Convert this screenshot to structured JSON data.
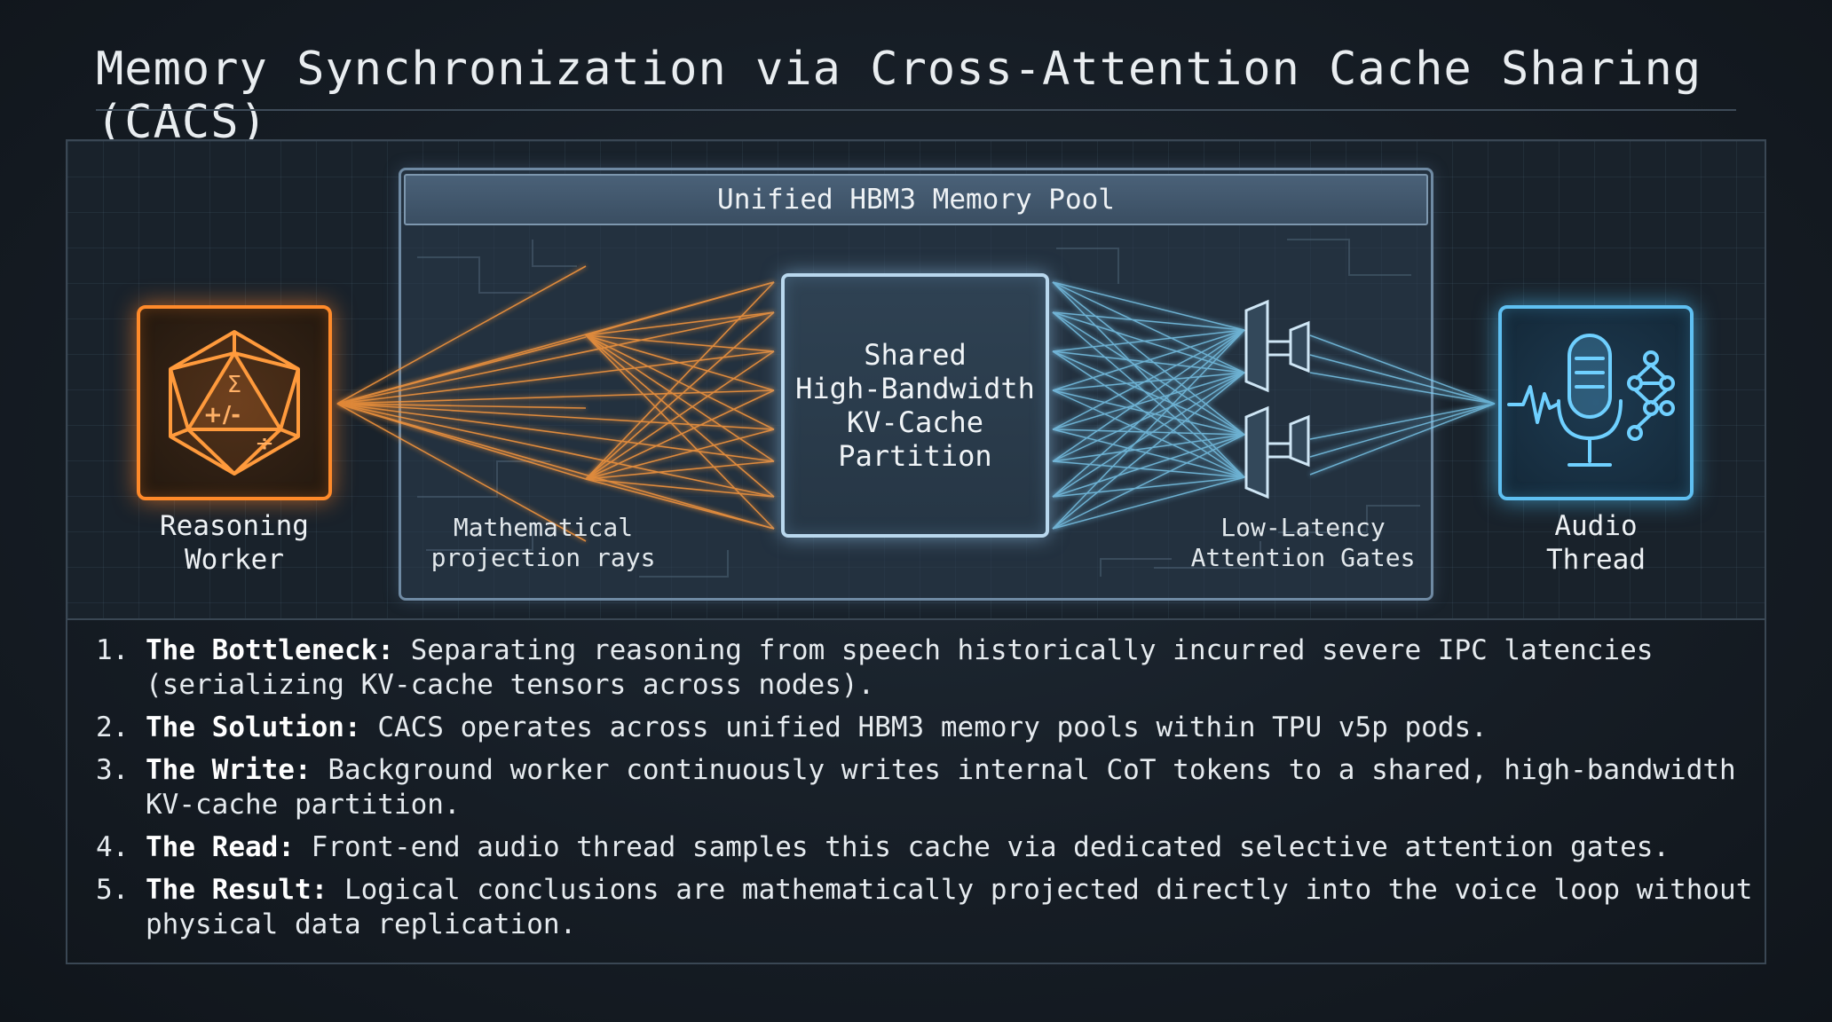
{
  "title": "Memory Synchronization via Cross-Attention Cache Sharing (CACS)",
  "diagram": {
    "pool_title": "Unified HBM3 Memory Pool",
    "cache_lines": [
      "Shared",
      "High-Bandwidth",
      "KV-Cache",
      "Partition"
    ],
    "reasoning_lines": [
      "Reasoning",
      "Worker"
    ],
    "audio_lines": [
      "Audio",
      "Thread"
    ],
    "rays_lines": [
      "Mathematical",
      "projection rays"
    ],
    "gates_lines": [
      "Low-Latency",
      "Attention Gates"
    ],
    "polyhedron_symbols": [
      "Σ",
      "+/-",
      "÷"
    ],
    "colors": {
      "reasoning_accent": "#ff8a2a",
      "audio_accent": "#5fc0f2",
      "cache_border": "#b9d8ee",
      "pool_border": "#6f8aa3"
    },
    "icons": {
      "reasoning": "icosahedron-math-icon",
      "audio": "microphone-waveform-network-icon",
      "gates": "attention-gate-icon"
    }
  },
  "steps": [
    {
      "num": "1.",
      "label": "The Bottleneck:",
      "text": "Separating reasoning from speech historically incurred severe IPC latencies (serializing KV-cache tensors across nodes)."
    },
    {
      "num": "2.",
      "label": "The Solution:",
      "text": "CACS operates across unified HBM3 memory pools within TPU v5p pods."
    },
    {
      "num": "3.",
      "label": "The Write:",
      "text": "Background worker continuously writes internal CoT tokens to a shared, high-bandwidth KV-cache partition."
    },
    {
      "num": "4.",
      "label": "The Read:",
      "text": "Front-end audio thread samples this cache via dedicated selective attention gates."
    },
    {
      "num": "5.",
      "label": "The Result:",
      "text": "Logical conclusions are mathematically projected directly into the voice loop without physical data replication."
    }
  ]
}
